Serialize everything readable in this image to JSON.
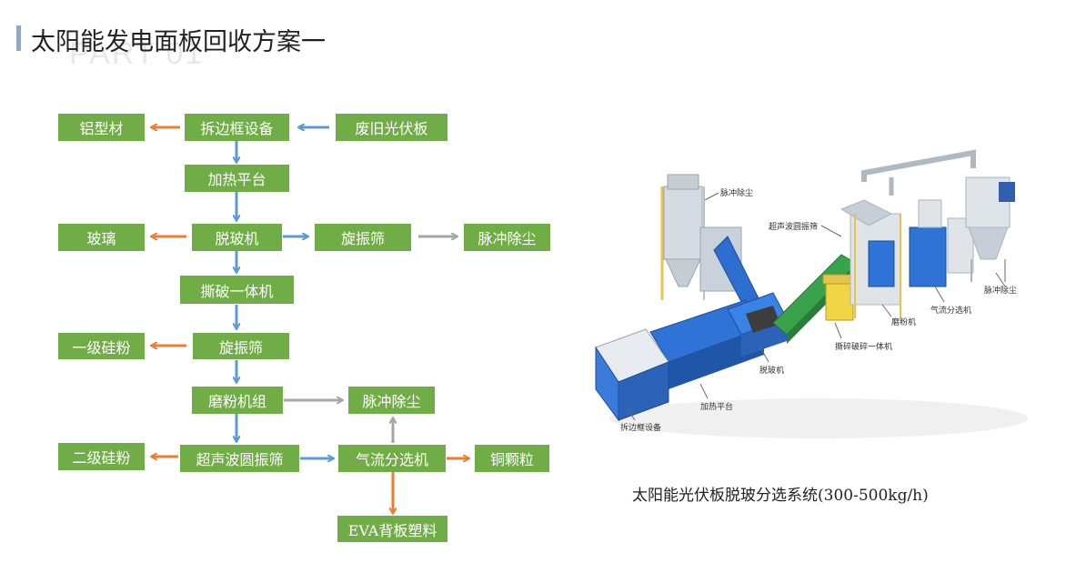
{
  "header": {
    "title": "太阳能发电面板回收方案一",
    "watermark": "PART 01"
  },
  "flow": {
    "aluminum": "铝型材",
    "frame_removal": "拆边框设备",
    "waste_panel": "废旧光伏板",
    "heating": "加热平台",
    "glass": "玻璃",
    "deglass": "脱玻机",
    "vib_sieve_1": "旋振筛",
    "pulse_dust_1": "脉冲除尘",
    "shred": "撕破一体机",
    "silicon_1": "一级硅粉",
    "vib_sieve_2": "旋振筛",
    "mill": "磨粉机组",
    "pulse_dust_2": "脉冲除尘",
    "silicon_2": "二级硅粉",
    "ultrasonic": "超声波圆振筛",
    "air_sep": "气流分选机",
    "copper": "铜颗粒",
    "eva": "EVA背板塑料"
  },
  "photo_labels": {
    "pulse_dust_left": "脉冲除尘",
    "ultrasonic": "超声波圆振筛",
    "pulse_dust_right": "脉冲除尘",
    "mill": "磨粉机",
    "air_sep": "气流分选机",
    "shred": "撕碎破碎一体机",
    "deglass": "脱玻机",
    "heating": "加热平台",
    "frame": "拆边框设备"
  },
  "caption": "太阳能光伏板脱玻分选系统(300-500kg/h)",
  "colors": {
    "node": "#70ad47",
    "blue_arrow": "#5b9bd5",
    "orange_arrow": "#ed7d31",
    "gray_arrow": "#a6a6a6"
  }
}
